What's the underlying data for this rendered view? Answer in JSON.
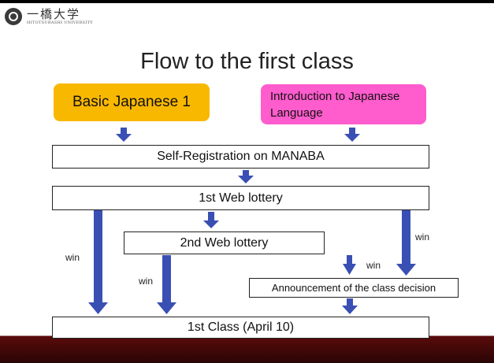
{
  "header": {
    "logo_kanji": "一橋大学",
    "logo_sub": "HITOTSUBASHI UNIVERSITY"
  },
  "title": "Flow to the first class",
  "courses": {
    "basic": "Basic Japanese 1",
    "intro": "Introduction to Japanese Language"
  },
  "steps": {
    "self_registration": "Self-Registration on MANABA",
    "lottery1": "1st Web lottery",
    "lottery2": "2nd Web lottery",
    "announcement": "Announcement of the class decision",
    "first_class": "1st Class (April 10)"
  },
  "labels": {
    "win": "win"
  },
  "colors": {
    "basic_box": "#f9b800",
    "intro_box": "#ff5ccd",
    "arrow": "#3a4fb4",
    "footer_band": "#5a0b0b"
  }
}
